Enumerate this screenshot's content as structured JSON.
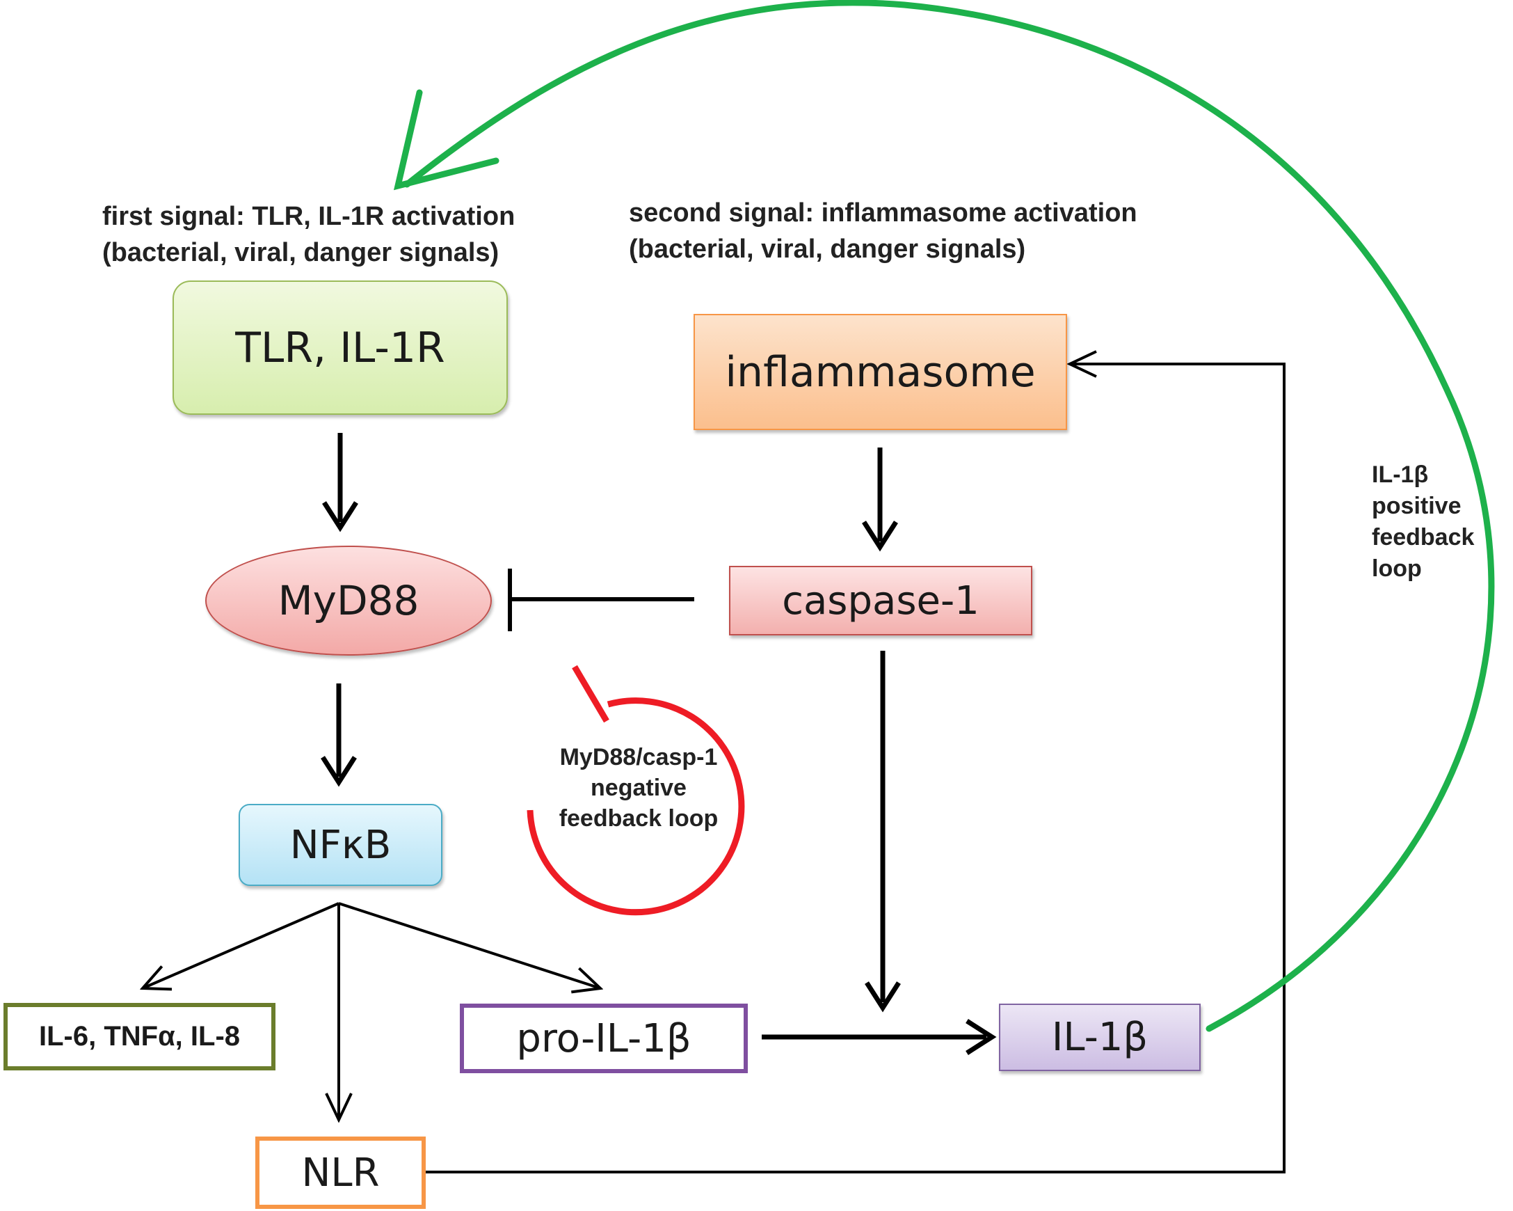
{
  "signals": {
    "first_line1": "first  signal:  TLR,  IL-1R activation",
    "first_line2": "(bacterial,  viral,  danger signals)",
    "second_line1": "second  signal:  inflammasome activation",
    "second_line2": "(bacterial,  viral,  danger signals)"
  },
  "nodes": {
    "tlr": "TLR, IL-1R",
    "inflammasome": "inflammasome",
    "myd88": "MyD88",
    "caspase": "caspase-1",
    "nfkb": "NFκB",
    "cytokines": "IL-6,  TNFα,  IL-8",
    "pro_il1b": "pro-IL-1β",
    "il1b": "IL-1β",
    "nlr": "NLR"
  },
  "loops": {
    "negative": [
      "MyD88/casp-1",
      "negative",
      "feedback loop"
    ],
    "positive": [
      "IL-1β",
      "positive",
      "feedback",
      "loop"
    ]
  },
  "colors": {
    "positive_loop": "#1db14b",
    "negative_loop": "#ee1c25",
    "arrows": "#000000"
  }
}
